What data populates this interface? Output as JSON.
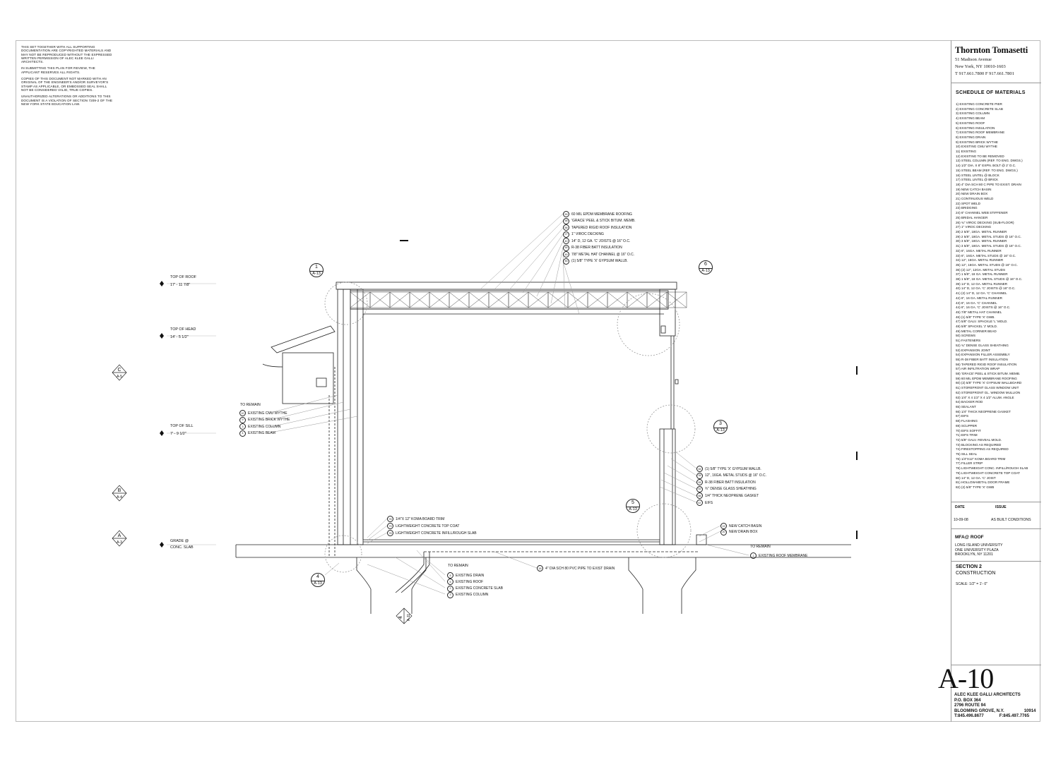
{
  "general_notes": [
    "THIS SET TOGETHER WITH ALL SUPPORTING DOCUMENTATION ARE COPYRIGHTED MATERIALS AND MAY NOT BE REPRODUCED WITHOUT THE EXPRESSED WRITTEN PERMISSION OF ALEC KLEE GALLI ARCHITECTS.",
    "IN SUBMITTING THIS PLAN FOR REVIEW, THE APPLICANT RESERVES ALL RIGHTS.",
    "COPIES OF THIS DOCUMENT NOT MARKED WITH AN ORIGINAL OF THE ENGINEER'S AND/OR SURVEYOR'S STAMP AS APPLICABLE, OR EMBOSSED SEAL SHALL NOT BE CONSIDERED VALID, TRUE COPIES.",
    "UNAUTHORIZED ALTERATIONS OR ADDITIONS TO THIS DOCUMENT IS A VIOLATION OF SECTION 7209-2 OF THE NEW YORK STATE EDUCATION LAW."
  ],
  "consultant": {
    "name": "Thornton Tomasetti",
    "address1": "51 Madison Avenue",
    "address2": "New York, NY 10010-1603",
    "phone": "T 917.661.7800 F 917.661.7801"
  },
  "schedule": {
    "title": "SCHEDULE  OF MATERIALS",
    "items": [
      "1)   EXISTING CONCRETE PIER",
      "2)   EXISTING CONCRETE SLAB",
      "3)   EXISTING COLUMN",
      "4)   EXISTING  BEAM",
      "5)   EXISTING  ROOF",
      "6)   EXISTING INSULATION",
      "7)   EXISTING ROOF MEMBRANE",
      "8)   EXISTING DRAIN",
      "9)   EXISTING BRICK WYTHE",
      "10) EXISTING CMU WYTHE",
      "11) EXISTING",
      "12) EXISTING TO BE REMOVED",
      "13) STEEL COLUMN (REF. TO ENG. DWGS.)",
      "14) 1/2\" DIA. X 8\" EXPN. BOLT @ 2' O.C.",
      "15) STEEL BEAM (REF. TO ENG. DWGS.)",
      "16) STEEL LINTEL @ BLOCK",
      "17) STEEL LINTEL @ BRICK",
      "18) 4\" DIA SCH 80 C PIPE TO EXIST. DRAIN",
      "19) NEW CATCH BASIN",
      "20) NEW DRAIN BOX",
      "21) CONTINUOUS WELD",
      "22) SPOT WELD",
      "23) BRIDGING",
      "24) 6\" CHANNEL WEB STIFFENER",
      "25) BRIDAL HANGER",
      "26) ¾\" VIROC DECKING (SUB-FLOOR)",
      "27) 1\" VIROC DECKING",
      "28) 2 5/8\", 18GA. METAL RUNNER",
      "29) 2 5/8\", 18GA. METAL STUDS @ 16\" O.C.",
      "30) 3  5/8\", 18GA. METAL RUNNER",
      "31) 3  5/8\", 18GA. METAL STUDS @ 16\" O.C.",
      "32) 6\", 16GA. METAL RUNNER",
      "33) 6\", 16GA. METAL STUDS @ 16\" O.C.",
      "34) 12\", 16GA. METAL RUNNER",
      "35) 12\", 16GA. METAL STUDS @ 16\" O.C.",
      "36) (2) 12\", 12GA. METAL STUDS",
      "37) 1 5/8\", 18 GA. METAL RUNNER",
      "38) 1 5/8\", 18 GA. METAL STUDS @ 16\" O.C.",
      "39) 14\" D, 12 GA. METAL RUNNER",
      "40) 14\" D, 12 GA. 'C' JOISTS @ 16\" O.C.",
      "41) (2) 14\" D, 12 GA. 'C' CHANNEL",
      "42) 6\", 16 GA. METAL RUNNER",
      "43) 6\", 16 GA. 'C' CHANNEL",
      "44) 6\", 16 GA. 'C' JOISTS @ 16\" O.C.",
      "45) 7/8\" METAL HAT CHANNEL",
      "46) (1) 5/8\" TYPE 'X' GWB.",
      "47) 5/8\" GALV. SPACKLE 'L' MOLD.",
      "48) 5/8\" SPACKEL 'J' MOLD.",
      "49) METAL CORNER BEAD",
      "50) SCREWS",
      "51) FASTENERS",
      "52) ¾\" DENSE GLASS SHEATHING",
      "53) EXPANSION JOINT",
      "54) EXPANSION FILLER ASSEMBLY",
      "55) R-38 FIBER BATT INSULATION",
      "56) TAPERED RIGID ROOF INSULATION",
      "57) AIR INFILTRATION WRAP",
      "58) 'GRACE' PEEL & STICK BITUM. MEMB.",
      "59) 60 MIL EPDM MEMBRANE ROOFING",
      "60) (2) 5/8\" TYPE 'X' GYPSUM WALLBOARD",
      "61) STOREFRONT GLASS WINDOW UNIT",
      "62) STOREFRONT GL. WINDOW MULLION",
      "63) 1/4\" X 4 1/2\" X 4 1/2\" ALUM. ANGLE",
      "64) BACKER ROD",
      "65) SEALANT",
      "66) 1/4\" THICK NEOPRENE GASKET",
      "67) EIFS",
      "68) FLASHING",
      "69) SCUPPER",
      "70) EIFS SOFFIT",
      "71) EIFS TRIM",
      "72) 5/8\" GALV. REVEAL MOLD.",
      "73) BLOCKING AS REQUIRED",
      "74) FIRESTOPPING AS REQUIRED",
      "75) SILL SEAL",
      "76) 1/4\"X12\" KOMA BOARD TRIM",
      "77) FILLER STRIP",
      "78) LIGHTWEIGHT CONC. INFILL/ROUGH SLAB",
      "79) LIGHTWEIGHT CONCRETE TOP COAT",
      "80) 14\" D, 12 GA. 'C' JOIST",
      "81) HOLLOW-METAL DOOR FRAME",
      "82) (2) 5/8\" TYPE 'X' GWB"
    ]
  },
  "issue": {
    "date_label": "DATE",
    "issue_label": "ISSUE",
    "date": "10-09-08",
    "issue": "AS BUILT CONDITIONS"
  },
  "project": {
    "name": "MFA@ ROOF",
    "line1": "LONG ISLAND UNIVERSITY",
    "line2": "ONE UNIVERSITY PLAZA",
    "line3": "BROOKLYN, NY 11201"
  },
  "drawing": {
    "title": "SECTION  2",
    "subtitle": "CONSTRUCTION",
    "scale": "SCALE:  1/2\" = 1'- 0\""
  },
  "sheet_number": "A-10",
  "architect": {
    "name": "ALEC KLEE GALLI ARCHITECTS",
    "box": "P.O. BOX 364",
    "route": "2796 ROUTE 94",
    "city": "BLOOMING GROVE, N.Y.",
    "zip": "10914",
    "phone": "T:845.496.8677",
    "fax": "F:845.497.7765"
  },
  "elevations": [
    {
      "label": "TOP OF ROOF",
      "value": "17' - 11 7/8\""
    },
    {
      "label": "TOP OF HEAD",
      "value": "14' - 5 1/2\""
    },
    {
      "label": "TOP OF SILL",
      "value": "7' - 9 1/2\""
    },
    {
      "label": "GRADE @",
      "value": "CONC. SLAB"
    }
  ],
  "roof_notes": [
    {
      "key": "59",
      "text": "60 MIL EPDM MEMBRANE ROOFING"
    },
    {
      "key": "58",
      "text": "'GRACE' PEEL & STICK BITUM. MEMB."
    },
    {
      "key": "56",
      "text": "TAPERED RIGID ROOF INSULATION"
    },
    {
      "key": "27",
      "text": "1\" VIROC DECKING"
    },
    {
      "key": "40",
      "text": "14\" D, 12 GA. 'C' JOISTS @ 16\" O.C."
    },
    {
      "key": "55",
      "text": "R-38 FIBER BATT INSULATION"
    },
    {
      "key": "45",
      "text": "7/8\" METAL HAT CHANNEL @ 16\" O.C."
    },
    {
      "key": "46",
      "text": "(1)  5/8\" TYPE 'X' GYPSUM WALLB."
    }
  ],
  "left_notes": {
    "heading": "TO REMAIN",
    "items": [
      {
        "key": "10",
        "text": "EXISTING CMU WYTHE"
      },
      {
        "key": "9",
        "text": "EXISTING BRICK WYTHE"
      },
      {
        "key": "3",
        "text": "EXISTING COLUMN"
      },
      {
        "key": "4",
        "text": "EXISTING  BEAM"
      }
    ]
  },
  "wall_notes": [
    {
      "key": "46",
      "text": "(1)  5/8\" TYPE 'X' GYPSUM WALLB."
    },
    {
      "key": "35",
      "text": "12\", 16GA. METAL STUDS @ 16\" O.C."
    },
    {
      "key": "55",
      "text": "R-38 FIBER BATT INSULATION"
    },
    {
      "key": "52",
      "text": "¾\" DENSE GLASS SHEATHING"
    },
    {
      "key": "66",
      "text": "1/4\" THICK NEOPRENE GASKET"
    },
    {
      "key": "67",
      "text": "EIFS"
    }
  ],
  "floor_notes": [
    {
      "key": "76",
      "text": "1/4\"X 12\" KOMA BOARD TRIM"
    },
    {
      "key": "79",
      "text": "LIGHTWEIGHT CONCRETE TOP COAT"
    },
    {
      "key": "78",
      "text": "LIGHTWEIGHT  CONCRETE INFILL/ROUGH SLAB"
    }
  ],
  "drain_notes": [
    {
      "key": "19",
      "text": "NEW CATCH BASIN"
    },
    {
      "key": "20",
      "text": "NEW DRAIN BOX"
    }
  ],
  "right_remain": {
    "heading": "TO REMAIN",
    "item": {
      "key": "7",
      "text": "EXISTING ROOF MEMBRANE"
    }
  },
  "pipe_note": {
    "key": "18",
    "text": "4\" DIA SCH 80 PVC PIPE TO EXIST DRAIN"
  },
  "bottom_notes": {
    "heading": "TO REMAIN",
    "items": [
      {
        "key": "8",
        "text": "EXISTING DRAIN"
      },
      {
        "key": "5",
        "text": "EXISTING  ROOF"
      },
      {
        "key": "2",
        "text": "EXISTING CONCRETE SLAB"
      },
      {
        "key": "3",
        "text": "EXISTING COLUMN"
      }
    ]
  },
  "detail_callouts": [
    {
      "num": "1",
      "sheet": "A-13"
    },
    {
      "num": "6",
      "sheet": "A-13"
    },
    {
      "num": "3",
      "sheet": "A-13"
    },
    {
      "num": "5",
      "sheet": "A-13"
    },
    {
      "num": "4",
      "sheet": "A-13"
    }
  ],
  "section_markers": [
    {
      "letter": "C",
      "sheet": "A-5"
    },
    {
      "letter": "B",
      "sheet": "A-4"
    },
    {
      "letter": "A",
      "sheet": "A-3"
    },
    {
      "letter": "4",
      "sheet": "A-11"
    }
  ]
}
